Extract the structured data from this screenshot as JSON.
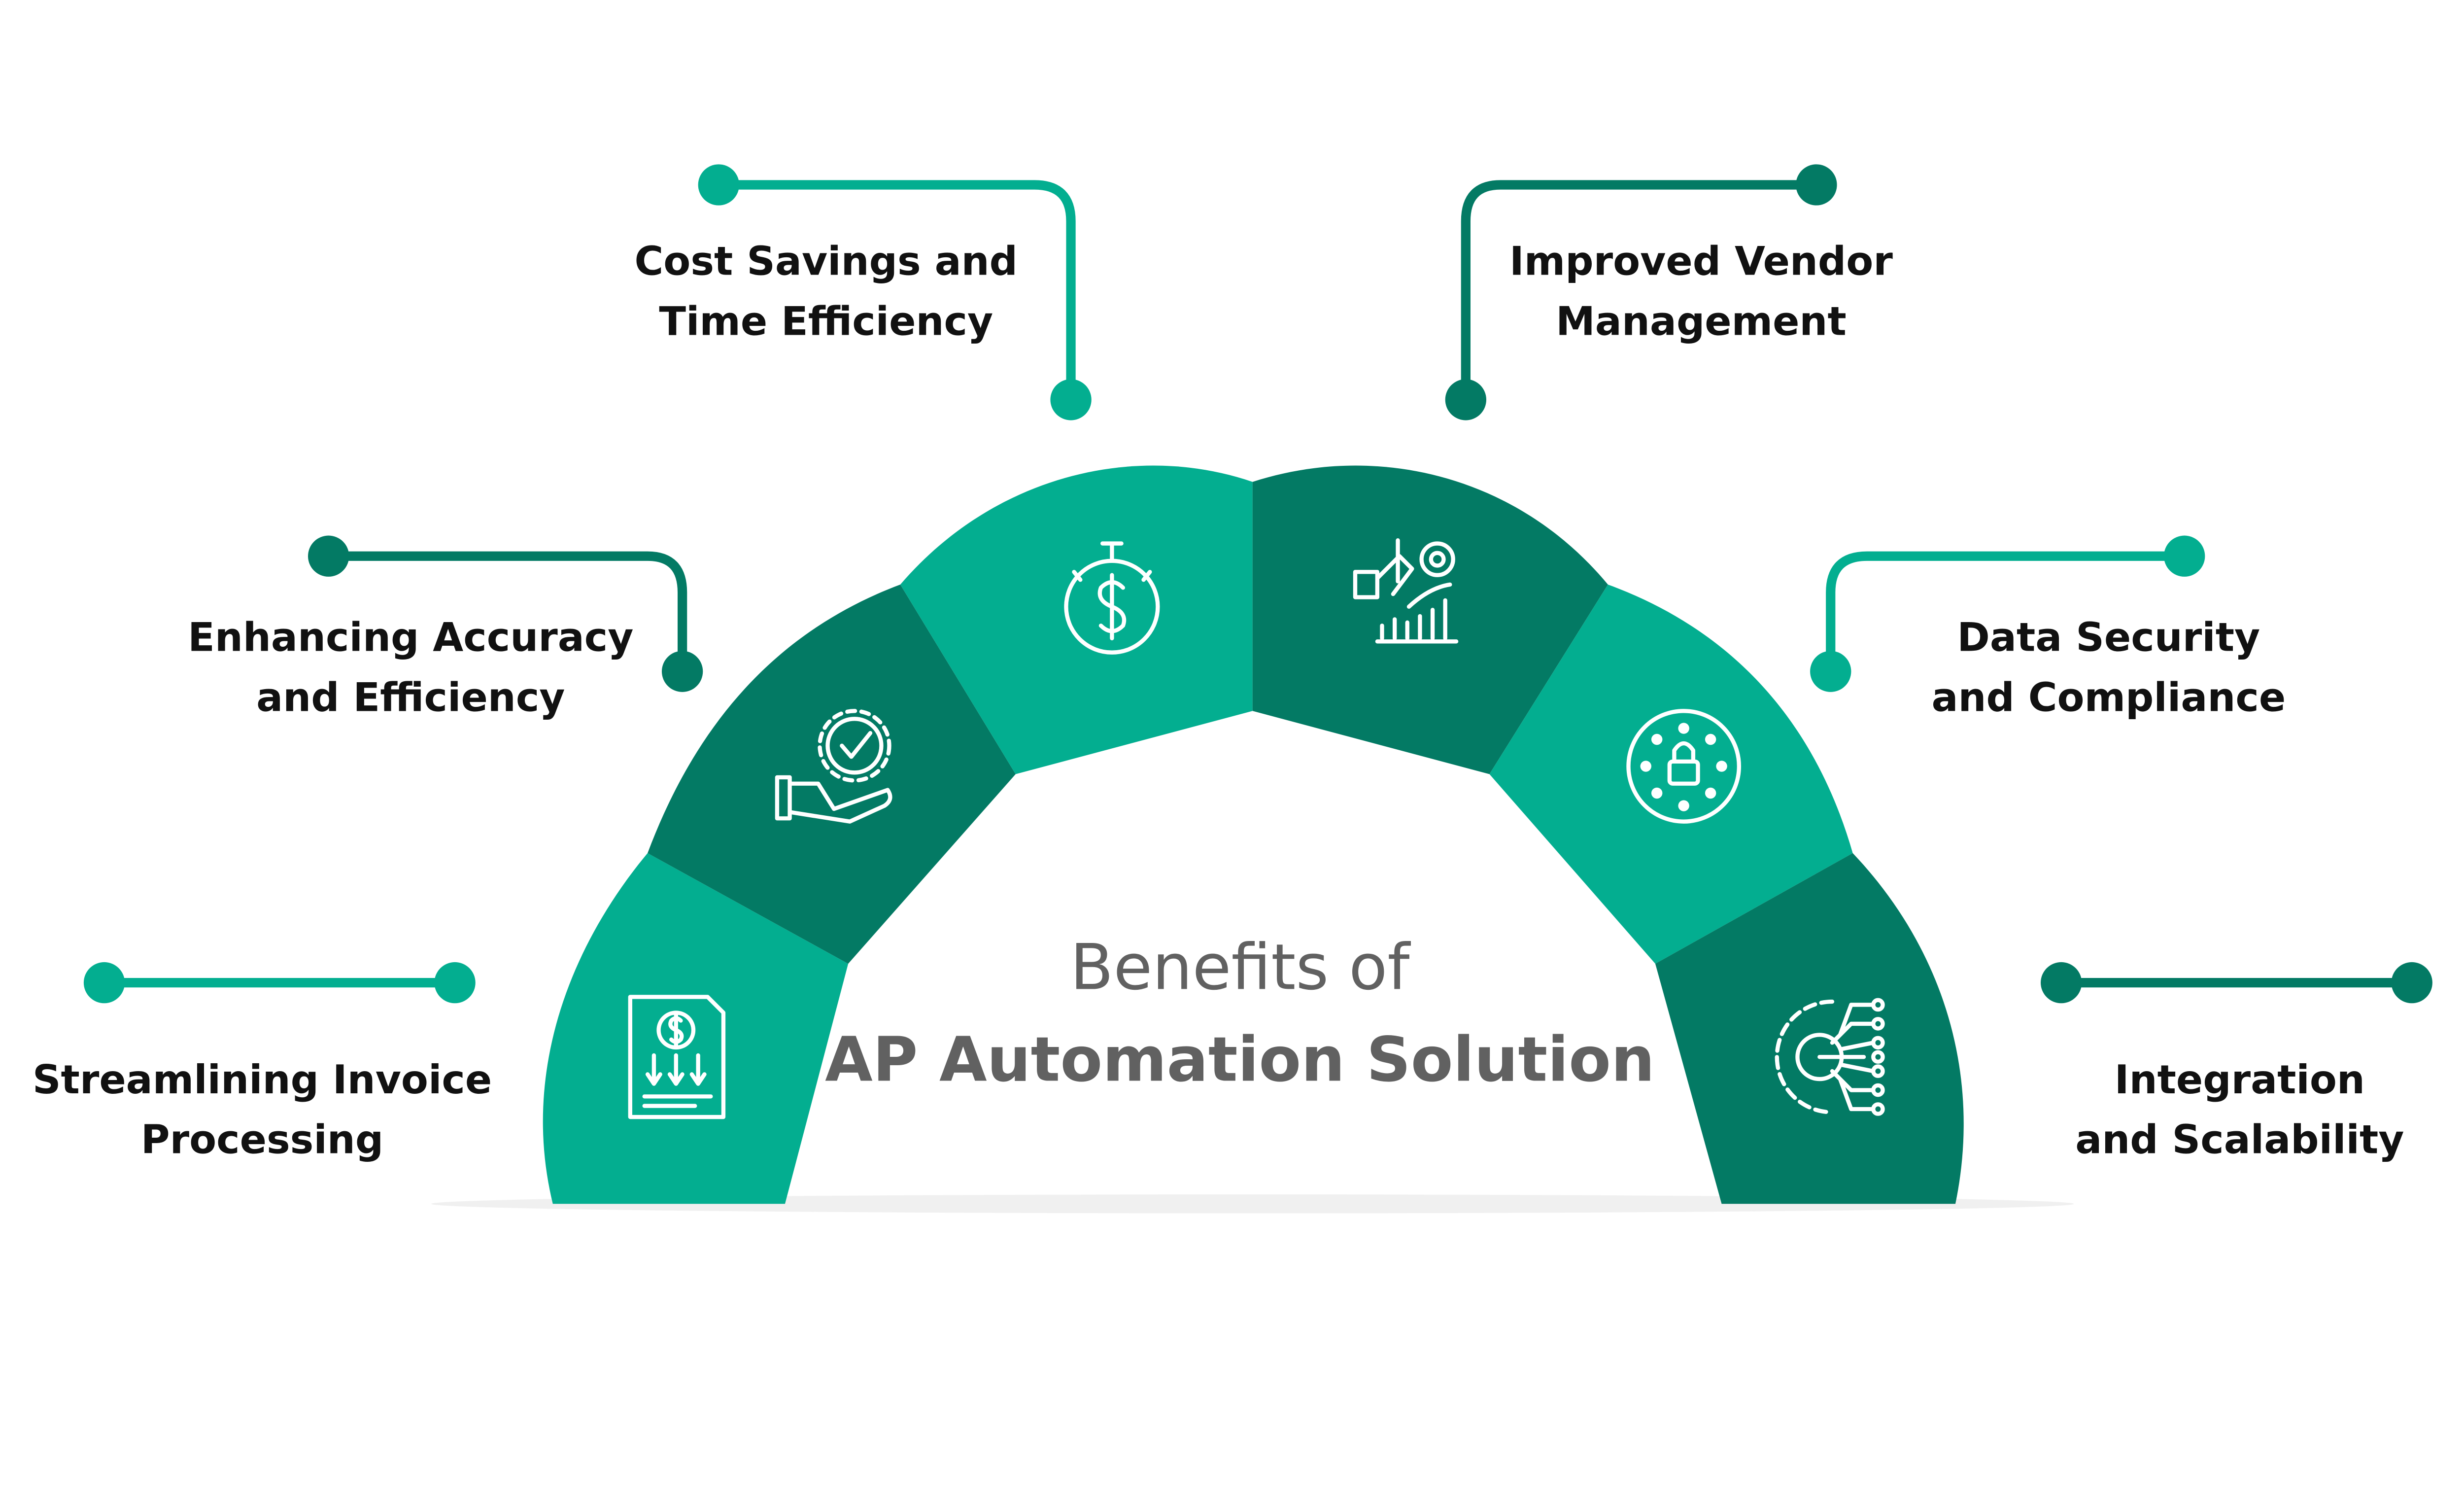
{
  "title": {
    "line1": "Benefits of",
    "line2": "AP Automation Solution"
  },
  "colors": {
    "light_teal": "#03AE90",
    "dark_teal": "#037A64",
    "title_gray": "#616161",
    "label_text": "#111111"
  },
  "benefits": [
    {
      "line1": "Streamlining Invoice",
      "line2": "Processing",
      "icon": "invoice-dollar-icon",
      "color": "light"
    },
    {
      "line1": "Enhancing Accuracy",
      "line2": "and Efficiency",
      "icon": "hand-gear-check-icon",
      "color": "dark"
    },
    {
      "line1": "Cost Savings and",
      "line2": "Time Efficiency",
      "icon": "stopwatch-dollar-icon",
      "color": "light"
    },
    {
      "line1": "Improved Vendor",
      "line2": "Management",
      "icon": "handshake-chart-icon",
      "color": "dark"
    },
    {
      "line1": "Data Security",
      "line2": "and Compliance",
      "icon": "lock-stars-icon",
      "color": "light"
    },
    {
      "line1": "Integration",
      "line2": "and Scalability",
      "icon": "gear-circuit-icon",
      "color": "dark"
    }
  ]
}
